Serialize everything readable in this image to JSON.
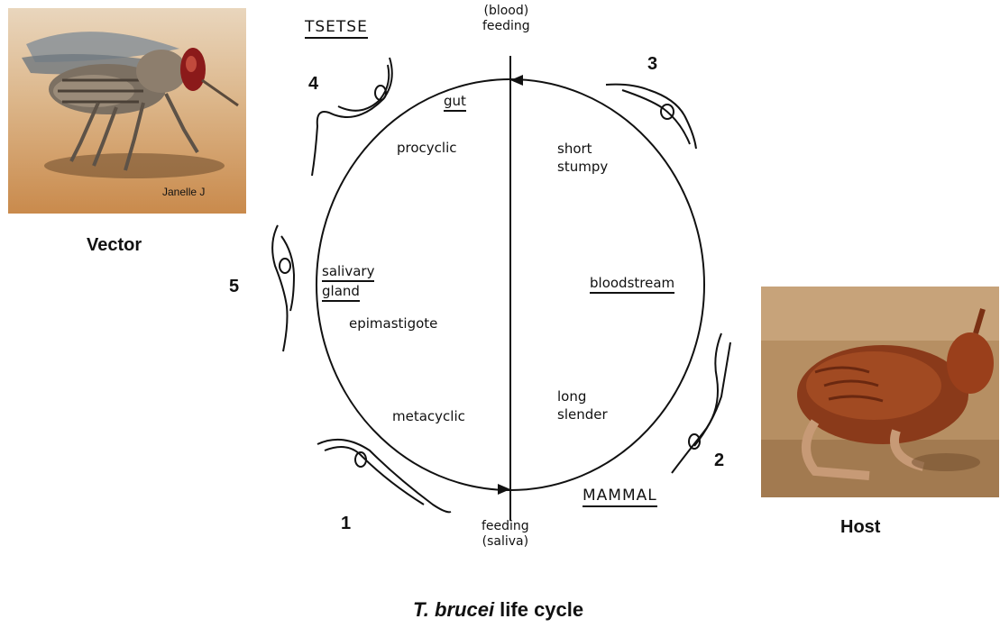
{
  "vector_photo": {
    "credit": "Janelle J",
    "caption": "Vector"
  },
  "host_photo": {
    "caption": "Host"
  },
  "diagram": {
    "tsetse_label": "TSETSE",
    "mammal_label": "MAMMAL",
    "top_feeding_line1": "(blood)",
    "top_feeding_line2": "feeding",
    "bottom_feeding_line1": "feeding",
    "bottom_feeding_line2": "(saliva)",
    "gut_label": "gut",
    "procyclic_label": "procyclic",
    "short_stumpy_line1": "short",
    "short_stumpy_line2": "stumpy",
    "salivary_gland_line1": "salivary",
    "salivary_gland_line2": "gland",
    "epimastigote_label": "epimastigote",
    "bloodstream_label": "bloodstream",
    "metacyclic_label": "metacyclic",
    "long_slender_line1": "long",
    "long_slender_line2": "slender",
    "stage_numbers": [
      "1",
      "2",
      "3",
      "4",
      "5"
    ]
  },
  "title": {
    "species": "T. brucei",
    "rest": " life cycle"
  }
}
